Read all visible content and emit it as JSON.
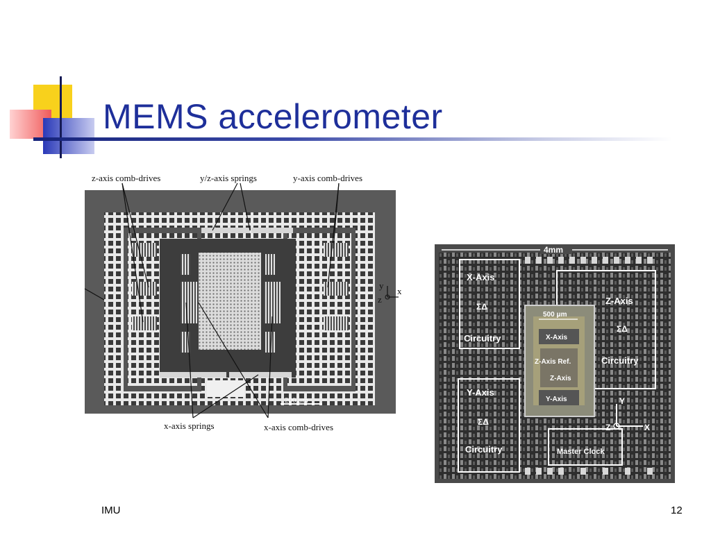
{
  "slide": {
    "title": "MEMS accelerometer",
    "footer_left": "IMU",
    "page_number": "12",
    "colors": {
      "title": "#1e2f9a",
      "accent_yellow": "#f8d11c",
      "accent_red": "#f05a5a",
      "accent_blue": "#2a39b8"
    }
  },
  "figure_left": {
    "labels": {
      "z_comb": "z-axis comb-drives",
      "yz_springs": "y/z-axis springs",
      "y_comb": "y-axis comb-drives",
      "x_springs": "x-axis springs",
      "x_comb": "x-axis comb-drives",
      "scale": "200 μm",
      "axis_y": "y",
      "axis_z": "z",
      "axis_x": "x"
    }
  },
  "figure_right": {
    "labels": {
      "width": "4mm",
      "x_axis": "X-Axis",
      "circuitry_tl": "Circuitry",
      "z_axis": "Z-Axis",
      "circuitry_tr": "Circuitry",
      "y_axis": "Y-Axis",
      "circuitry_bl": "Circuitry",
      "scale": "500 μm",
      "center_x": "X-Axis",
      "center_zref": "Z-Axis Ref.",
      "center_z": "Z-Axis",
      "center_y": "Y-Axis",
      "master_clock": "Master Clock",
      "sigma_delta": "ΣΔ",
      "axis_y": "Y",
      "axis_z": "Z",
      "axis_x": "X"
    }
  }
}
